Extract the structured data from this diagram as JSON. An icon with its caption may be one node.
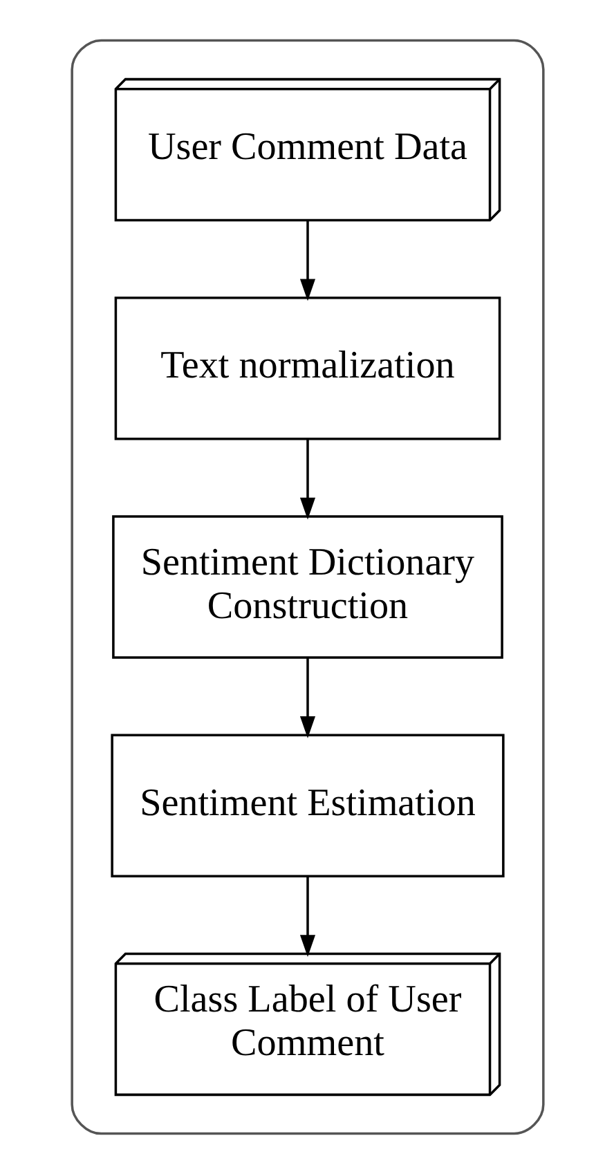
{
  "diagram": {
    "nodes": [
      {
        "text": [],
        "shape": "box"
      },
      {
        "text": [
          "User Comment Data"
        ],
        "in": 0
      },
      {
        "text": [
          "Text normalization"
        ],
        "in": 0
      },
      {
        "text": [
          "Sentiment Dictionary Construction"
        ],
        "in": 0
      },
      {
        "text": [
          "Sentiment Estimation"
        ],
        "in": 0
      },
      {
        "text": [
          "Class Label of User Comment"
        ],
        "in": 0
      }
    ],
    "edges": [
      {
        "from": 1,
        "to": 2,
        "arrow": "to"
      },
      {
        "from": 2,
        "to": 3,
        "arrow": "to"
      },
      {
        "from": 3,
        "to": 4,
        "arrow": "to"
      },
      {
        "from": 4,
        "to": 5,
        "arrow": "to"
      }
    ]
  }
}
